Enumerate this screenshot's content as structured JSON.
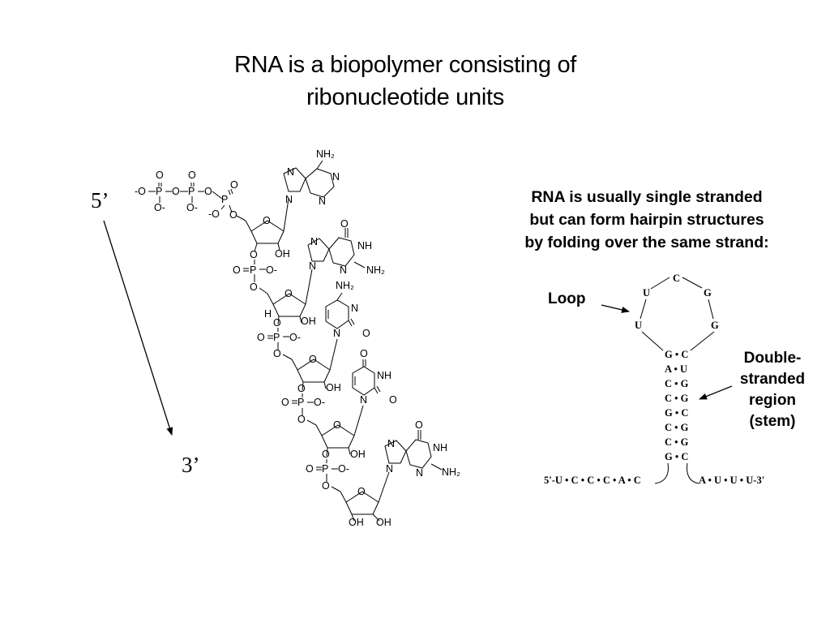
{
  "title": {
    "line1": "RNA is a biopolymer consisting of",
    "line2": "ribonucleotide units"
  },
  "note": {
    "line1": "RNA is usually single stranded",
    "line2": "but can form hairpin structures",
    "line3": "by folding over the same strand:"
  },
  "ends": {
    "five": "5’",
    "three": "3’"
  },
  "labels": {
    "loop": "Loop",
    "stem1": "Double-",
    "stem2": "stranded",
    "stem3": "region",
    "stem4": "(stem)"
  },
  "chem": {
    "nh2": "NH₂",
    "n": "N",
    "o": "O",
    "oh": "OH",
    "nh": "NH",
    "p": "P",
    "o_minus": "O-",
    "minus_o": "-O",
    "neg_o": "O-",
    "h": "H"
  },
  "hairpin": {
    "loop": [
      "U",
      "C",
      "G",
      "U",
      "G"
    ],
    "stem": [
      "G • C",
      "A • U",
      "C • G",
      "C • G",
      "G • C",
      "C • G",
      "C • G",
      "G • C"
    ],
    "tail5": "5'-U • C • C • C • A • C",
    "tail3": "A • U • U • U-3'"
  }
}
